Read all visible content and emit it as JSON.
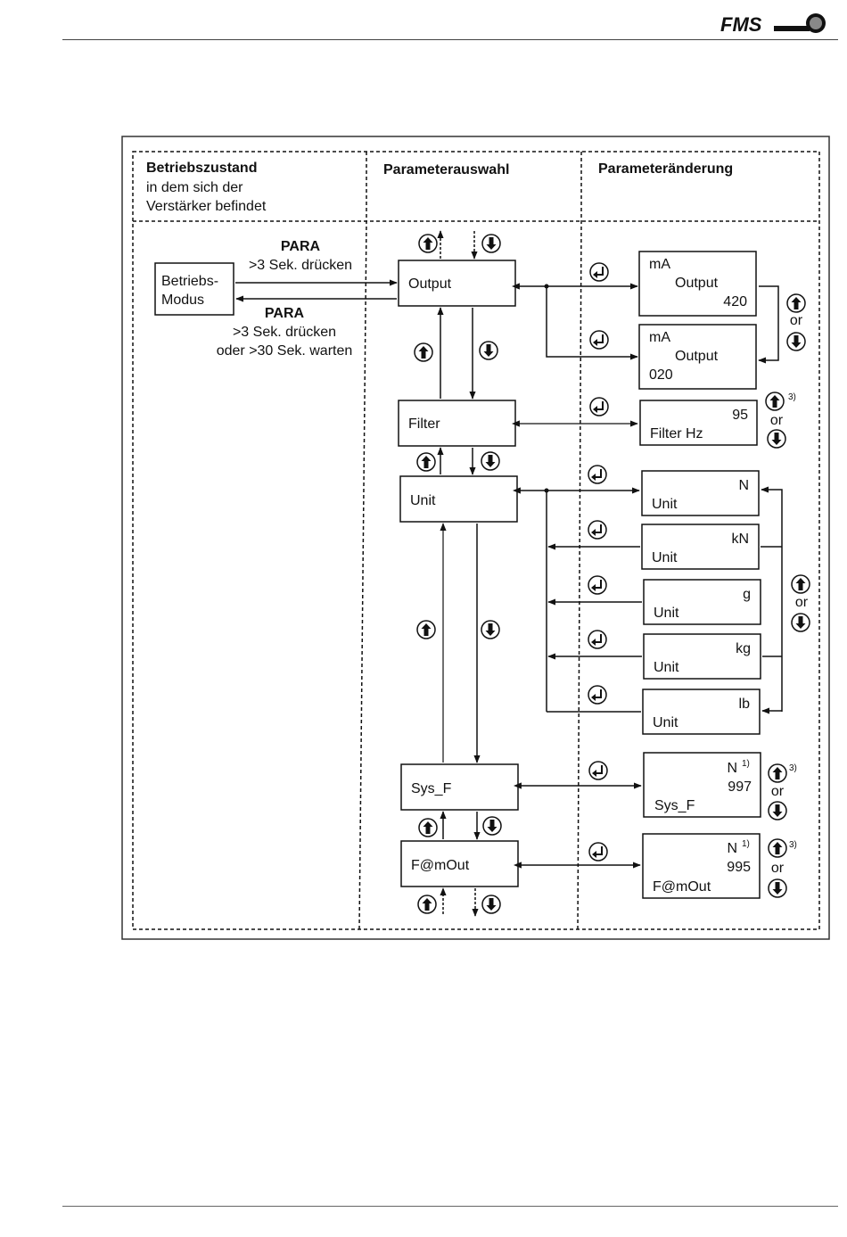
{
  "header": {
    "logo_text": "FMS"
  },
  "columns": {
    "state": {
      "title": "Betriebszustand",
      "line2": "in dem sich der",
      "line3": "Verstärker befindet"
    },
    "selection": {
      "title": "Parameterauswahl"
    },
    "change": {
      "title": "Parameteränderung"
    }
  },
  "mode_box": {
    "line1": "Betriebs-",
    "line2": "Modus"
  },
  "enter_para": {
    "key": "PARA",
    "hint": ">3 Sek. drücken"
  },
  "exit_para": {
    "key": "PARA",
    "hint1": ">3 Sek. drücken",
    "hint2": "oder >30 Sek. warten"
  },
  "params": {
    "output": "Output",
    "filter": "Filter",
    "unit": "Unit",
    "sysf": "Sys_F",
    "famout": "F@mOut"
  },
  "displays": {
    "out420": {
      "unit": "mA",
      "label": "Output",
      "value": "420"
    },
    "out020": {
      "unit": "mA",
      "label": "Output",
      "value": "020"
    },
    "filter": {
      "value": "95",
      "label": "Filter Hz"
    },
    "unit_n": {
      "value": "N",
      "label": "Unit"
    },
    "unit_kn": {
      "value": "kN",
      "label": "Unit"
    },
    "unit_g": {
      "value": "g",
      "label": "Unit"
    },
    "unit_kg": {
      "value": "kg",
      "label": "Unit"
    },
    "unit_lb": {
      "value": "lb",
      "label": "Unit"
    },
    "sysf": {
      "unit": "N",
      "note": "1)",
      "value": "997",
      "label": "Sys_F"
    },
    "famout": {
      "unit": "N",
      "note": "1)",
      "value": "995",
      "label": "F@mOut"
    }
  },
  "or_labels": {
    "output": "or",
    "filter": "or",
    "unit": "or",
    "sysf": "or",
    "famout": "or"
  },
  "footnotes": {
    "filter": "3)",
    "sysf": "3)",
    "famout": "3)"
  },
  "colors": {
    "ink": "#111111",
    "frame": "#333333",
    "header_rule": "#444444"
  }
}
